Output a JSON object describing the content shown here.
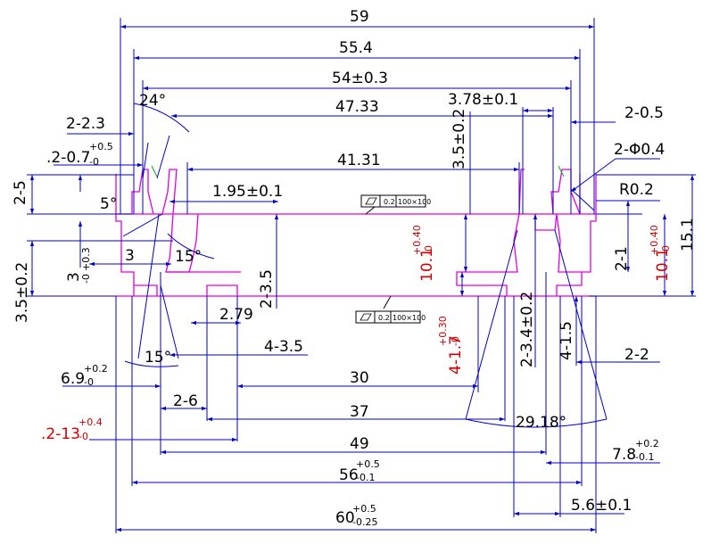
{
  "dimensions": {
    "d59": "59",
    "d55_4": "55.4",
    "d54": "54±0.3",
    "d47_33": "47.33",
    "d3_78": "3.78±0.1",
    "d41_31": "41.31",
    "d1_95": "1.95±0.1",
    "d2_2_3": "2-2.3",
    "d2_0_5": "2-0.5",
    "d2_phi": "2-Φ0.4",
    "dR02": "R0.2",
    "d3_5_02_top": "3.5±0.2",
    "d2_07": ".2-0.7",
    "d2_07_sup": "+0.5",
    "d2_07_sub": "-0",
    "d2_5": "2-5",
    "a24": "24°",
    "a5": "5°",
    "d3": "3",
    "d3_03": "3",
    "d3_03_sup": "+0.3",
    "d3_03_sub": "-0",
    "a15_top": "15°",
    "d3_5_02_left": "3.5±0.2",
    "d2_3_5": "2-3.5",
    "d2_79": "2.79",
    "d4_3_5": "4-3.5",
    "a15_bot": "15°",
    "d6_9": "6.9",
    "d6_9_sup": "+0.2",
    "d6_9_sub": "-0",
    "d30": "30",
    "d2_6": "2-6",
    "d37": "37",
    "d2_13": ".2-13",
    "d2_13_sup": "+0.4",
    "d2_13_sub": "-0",
    "d49": "49",
    "d56": "56",
    "d56_sup": "+0.5",
    "d56_sub": "-0.1",
    "d60": "60",
    "d60_sup": "+0.5",
    "d60_sub": "-0.25",
    "d5_6": "5.6±0.1",
    "d7_8": "7.8",
    "d7_8_sup": "+0.2",
    "d7_8_sub": "-0.1",
    "a29_18": "29.18°",
    "d2_3_4": "2-3.4±0.2",
    "d4_1_5": "4-1.5",
    "d2_2": "2-2",
    "d4_1_7": "4-1.7",
    "d4_1_7_sup": "+0.30",
    "d4_1_7_sub": "-0",
    "d10_1_mid": "10.1",
    "d10_1_mid_sup": "+0.40",
    "d10_1_mid_sub": "-0",
    "d10_1_right": "10.1",
    "d10_1_right_sup": "+0.40",
    "d10_1_right_sub": "-0",
    "d2_1": "2-1",
    "d15_1": "15.1"
  },
  "tolerance_frames": [
    {
      "value": "0.2",
      "datum": "100×100"
    },
    {
      "value": "0.2",
      "datum": "100×100"
    }
  ],
  "colors": {
    "dimension_lines": "#0000c8",
    "profile": "#e000e0",
    "text": "#000000",
    "tolerance_text": "#d10000"
  }
}
